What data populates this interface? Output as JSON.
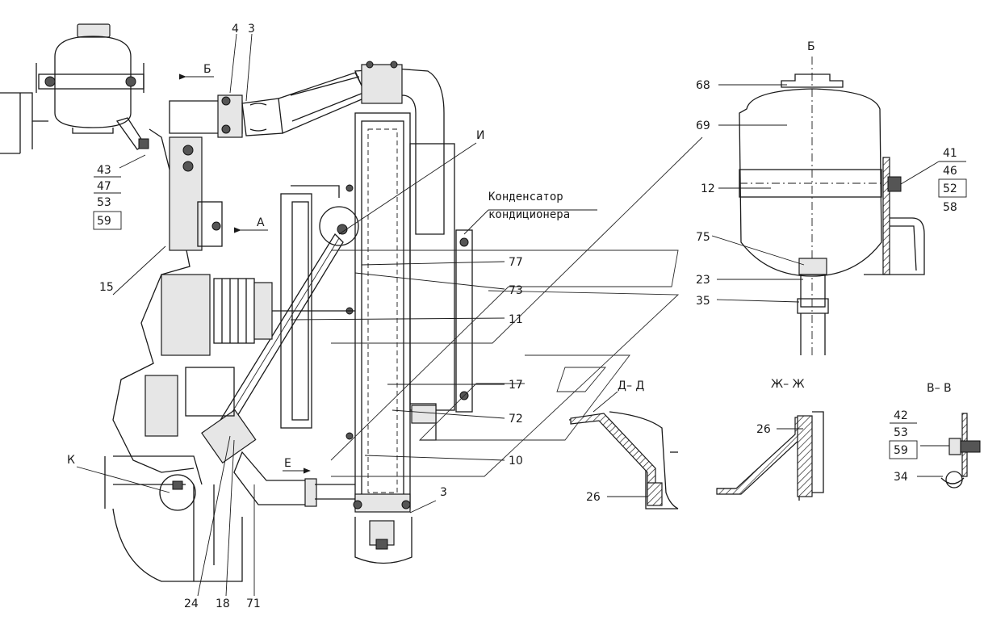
{
  "callouts": {
    "top_left": [
      "4",
      "3"
    ],
    "view_b_arrow": "Б",
    "view_a_arrow": "А",
    "view_e_arrow": "Е",
    "left_stack": [
      "43",
      "47",
      "53",
      "59"
    ],
    "part_15": "15",
    "part_k": "К",
    "bottom": [
      "24",
      "18",
      "71"
    ],
    "section_i": "И",
    "condenser_line1": "Конденсатор",
    "condenser_line2": "кондиционера",
    "mid_right": [
      "77",
      "73",
      "11",
      "17",
      "72",
      "10"
    ],
    "part_3_bottom": "3"
  },
  "view_b": {
    "title": "Б",
    "labels": [
      "68",
      "69",
      "12",
      "75",
      "23",
      "35"
    ],
    "stack": [
      "41",
      "46",
      "52",
      "58"
    ]
  },
  "section_d": {
    "title": "Д– Д",
    "label": "26"
  },
  "section_zh": {
    "title": "Ж– Ж",
    "label": "26"
  },
  "section_v": {
    "title": "В– В",
    "stack": [
      "42",
      "53",
      "59"
    ],
    "label": "34"
  }
}
